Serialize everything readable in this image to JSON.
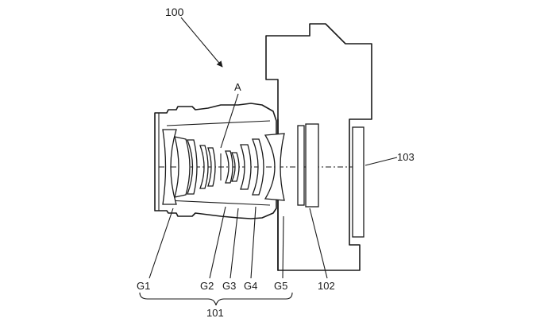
{
  "labels": {
    "device": "100",
    "aperture": "A",
    "g1": "G1",
    "g2": "G2",
    "g3": "G3",
    "g4": "G4",
    "g5": "G5",
    "element_102": "102",
    "element_103": "103",
    "group_101": "101"
  },
  "colors": {
    "line": "#1a1a1a",
    "background": "#ffffff"
  }
}
